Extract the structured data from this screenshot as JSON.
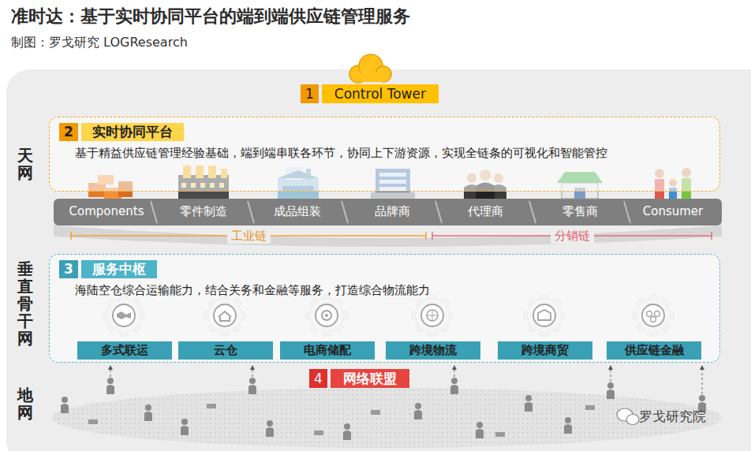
{
  "diagram": {
    "title": "准时达：基于实时协同平台的端到端供应链管理服务",
    "caption": "制图：罗戈研究 LOGResearch",
    "nodes": [
      {
        "text": [
          "1",
          "Control Tower"
        ]
      },
      {
        "text": [
          "2",
          "实时协同平台",
          "基于精益供应链管理经验基础，端到端串联各环节，协同上下游资源，实现全链条的可视化和智能管控"
        ]
      },
      {
        "text": [
          "Components",
          "零件制造",
          "成品组装",
          "品牌商",
          "代理商",
          "零售商",
          "Consumer"
        ]
      },
      {
        "text": [
          "3",
          "服务中枢",
          "海陆空仓综合运输能力，结合关务和金融等服务，打造综合物流能力"
        ]
      },
      {
        "text": [
          "多式联运"
        ],
        "in": 3
      },
      {
        "text": [
          "云仓"
        ],
        "in": 3
      },
      {
        "text": [
          "电商储配"
        ],
        "in": 3
      },
      {
        "text": [
          "跨境物流"
        ],
        "in": 3
      },
      {
        "text": [
          "跨境商贸"
        ],
        "in": 3
      },
      {
        "text": [
          "供应链金融"
        ],
        "in": 3
      },
      {
        "text": [
          "4",
          "网络联盟"
        ]
      }
    ],
    "labels": [
      "天网",
      "垂直骨干网",
      "地网",
      "工业链",
      "分销链",
      "罗戈研究院"
    ]
  }
}
